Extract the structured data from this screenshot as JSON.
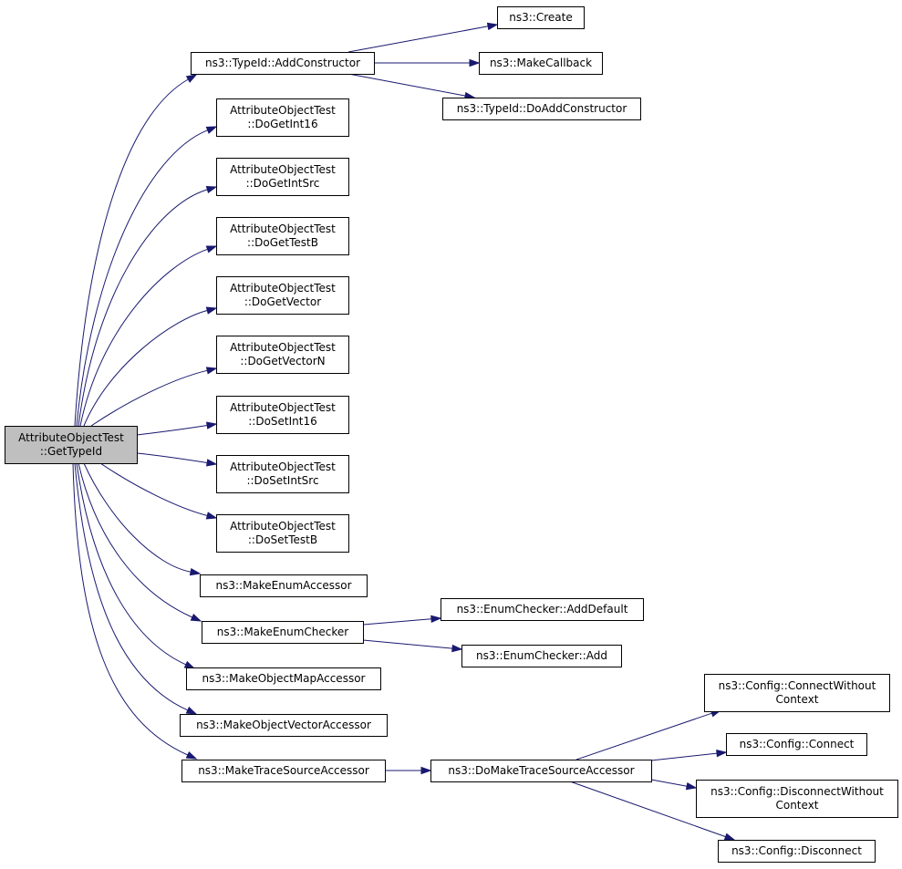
{
  "graph": {
    "root": "n0",
    "nodes": [
      {
        "id": "n0",
        "lines": [
          "AttributeObjectTest",
          "::GetTypeId"
        ],
        "highlight": true
      },
      {
        "id": "n1",
        "lines": [
          "ns3::TypeId::AddConstructor"
        ]
      },
      {
        "id": "n2",
        "lines": [
          "ns3::Create"
        ]
      },
      {
        "id": "n3",
        "lines": [
          "ns3::MakeCallback"
        ]
      },
      {
        "id": "n4",
        "lines": [
          "ns3::TypeId::DoAddConstructor"
        ]
      },
      {
        "id": "n5",
        "lines": [
          "AttributeObjectTest",
          "::DoGetInt16"
        ]
      },
      {
        "id": "n6",
        "lines": [
          "AttributeObjectTest",
          "::DoGetIntSrc"
        ]
      },
      {
        "id": "n7",
        "lines": [
          "AttributeObjectTest",
          "::DoGetTestB"
        ]
      },
      {
        "id": "n8",
        "lines": [
          "AttributeObjectTest",
          "::DoGetVector"
        ]
      },
      {
        "id": "n9",
        "lines": [
          "AttributeObjectTest",
          "::DoGetVectorN"
        ]
      },
      {
        "id": "n10",
        "lines": [
          "AttributeObjectTest",
          "::DoSetInt16"
        ]
      },
      {
        "id": "n11",
        "lines": [
          "AttributeObjectTest",
          "::DoSetIntSrc"
        ]
      },
      {
        "id": "n12",
        "lines": [
          "AttributeObjectTest",
          "::DoSetTestB"
        ]
      },
      {
        "id": "n13",
        "lines": [
          "ns3::MakeEnumAccessor"
        ]
      },
      {
        "id": "n14",
        "lines": [
          "ns3::MakeEnumChecker"
        ]
      },
      {
        "id": "n15",
        "lines": [
          "ns3::EnumChecker::AddDefault"
        ]
      },
      {
        "id": "n16",
        "lines": [
          "ns3::EnumChecker::Add"
        ]
      },
      {
        "id": "n17",
        "lines": [
          "ns3::MakeObjectMapAccessor"
        ]
      },
      {
        "id": "n18",
        "lines": [
          "ns3::MakeObjectVectorAccessor"
        ]
      },
      {
        "id": "n19",
        "lines": [
          "ns3::MakeTraceSourceAccessor"
        ]
      },
      {
        "id": "n20",
        "lines": [
          "ns3::DoMakeTraceSourceAccessor"
        ]
      },
      {
        "id": "n21",
        "lines": [
          "ns3::Config::ConnectWithout",
          "Context"
        ]
      },
      {
        "id": "n22",
        "lines": [
          "ns3::Config::Connect"
        ]
      },
      {
        "id": "n23",
        "lines": [
          "ns3::Config::DisconnectWithout",
          "Context"
        ]
      },
      {
        "id": "n24",
        "lines": [
          "ns3::Config::Disconnect"
        ]
      }
    ],
    "edges": [
      {
        "from": "n0",
        "to": "n1"
      },
      {
        "from": "n0",
        "to": "n5"
      },
      {
        "from": "n0",
        "to": "n6"
      },
      {
        "from": "n0",
        "to": "n7"
      },
      {
        "from": "n0",
        "to": "n8"
      },
      {
        "from": "n0",
        "to": "n9"
      },
      {
        "from": "n0",
        "to": "n10"
      },
      {
        "from": "n0",
        "to": "n11"
      },
      {
        "from": "n0",
        "to": "n12"
      },
      {
        "from": "n0",
        "to": "n13"
      },
      {
        "from": "n0",
        "to": "n14"
      },
      {
        "from": "n0",
        "to": "n17"
      },
      {
        "from": "n0",
        "to": "n18"
      },
      {
        "from": "n0",
        "to": "n19"
      },
      {
        "from": "n1",
        "to": "n2"
      },
      {
        "from": "n1",
        "to": "n3"
      },
      {
        "from": "n1",
        "to": "n4"
      },
      {
        "from": "n14",
        "to": "n15"
      },
      {
        "from": "n14",
        "to": "n16"
      },
      {
        "from": "n19",
        "to": "n20"
      },
      {
        "from": "n20",
        "to": "n21"
      },
      {
        "from": "n20",
        "to": "n22"
      },
      {
        "from": "n20",
        "to": "n23"
      },
      {
        "from": "n20",
        "to": "n24"
      }
    ],
    "colors": {
      "edge": "#191970",
      "root_fill": "#bfbfbf",
      "node_fill": "#ffffff",
      "node_stroke": "#000000"
    }
  }
}
